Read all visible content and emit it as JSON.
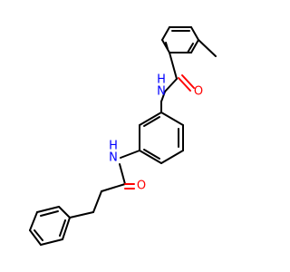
{
  "molecule": {
    "atoms": [
      {
        "id": "n1",
        "symbol": "N",
        "hydrogens": "H",
        "color": "#0000ff"
      },
      {
        "id": "o1",
        "symbol": "O",
        "color": "#ff0000"
      },
      {
        "id": "n2",
        "symbol": "N",
        "hydrogens": "H",
        "color": "#0000ff"
      },
      {
        "id": "o2",
        "symbol": "O",
        "color": "#ff0000"
      }
    ]
  }
}
